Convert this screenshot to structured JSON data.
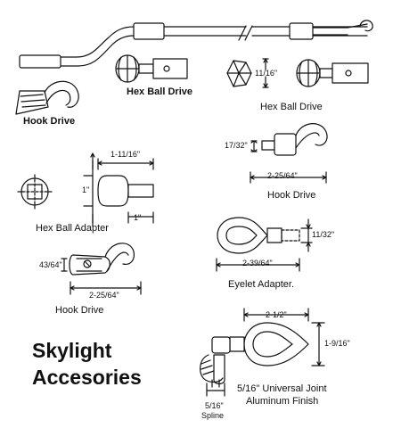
{
  "title": {
    "line1": "Skylight",
    "line2": "Accesories"
  },
  "captions": {
    "hook_drive_top": "Hook Drive",
    "hex_ball_drive_center": "Hex Ball Drive",
    "hex_ball_drive_right": "Hex Ball Drive",
    "hex_ball_adapter": "Hex Ball Adapter",
    "hook_drive_left": "Hook Drive",
    "hook_drive_right": "Hook Drive",
    "eyelet_adapter": "Eyelet Adapter.",
    "universal_joint_line1": "5/16\" Universal Joint",
    "universal_joint_line2": "Aluminum Finish",
    "spline": "Spline"
  },
  "dimensions": {
    "hex_ball_drive_height": "11/16\"",
    "hex_adapter_overall": "1-11/16\"",
    "hex_adapter_ball": "1\"",
    "hex_adapter_shaft": "1\"",
    "hook_right_height": "17/32\"",
    "hook_right_length": "2-25/64\"",
    "eyelet_height": "11/32\"",
    "eyelet_length": "2-39/64\"",
    "hook_left_height": "43/64\"",
    "hook_left_length": "2-25/64\"",
    "uj_length": "2-1/2\"",
    "uj_height": "1-9/16\"",
    "uj_spline": "5/16\""
  }
}
